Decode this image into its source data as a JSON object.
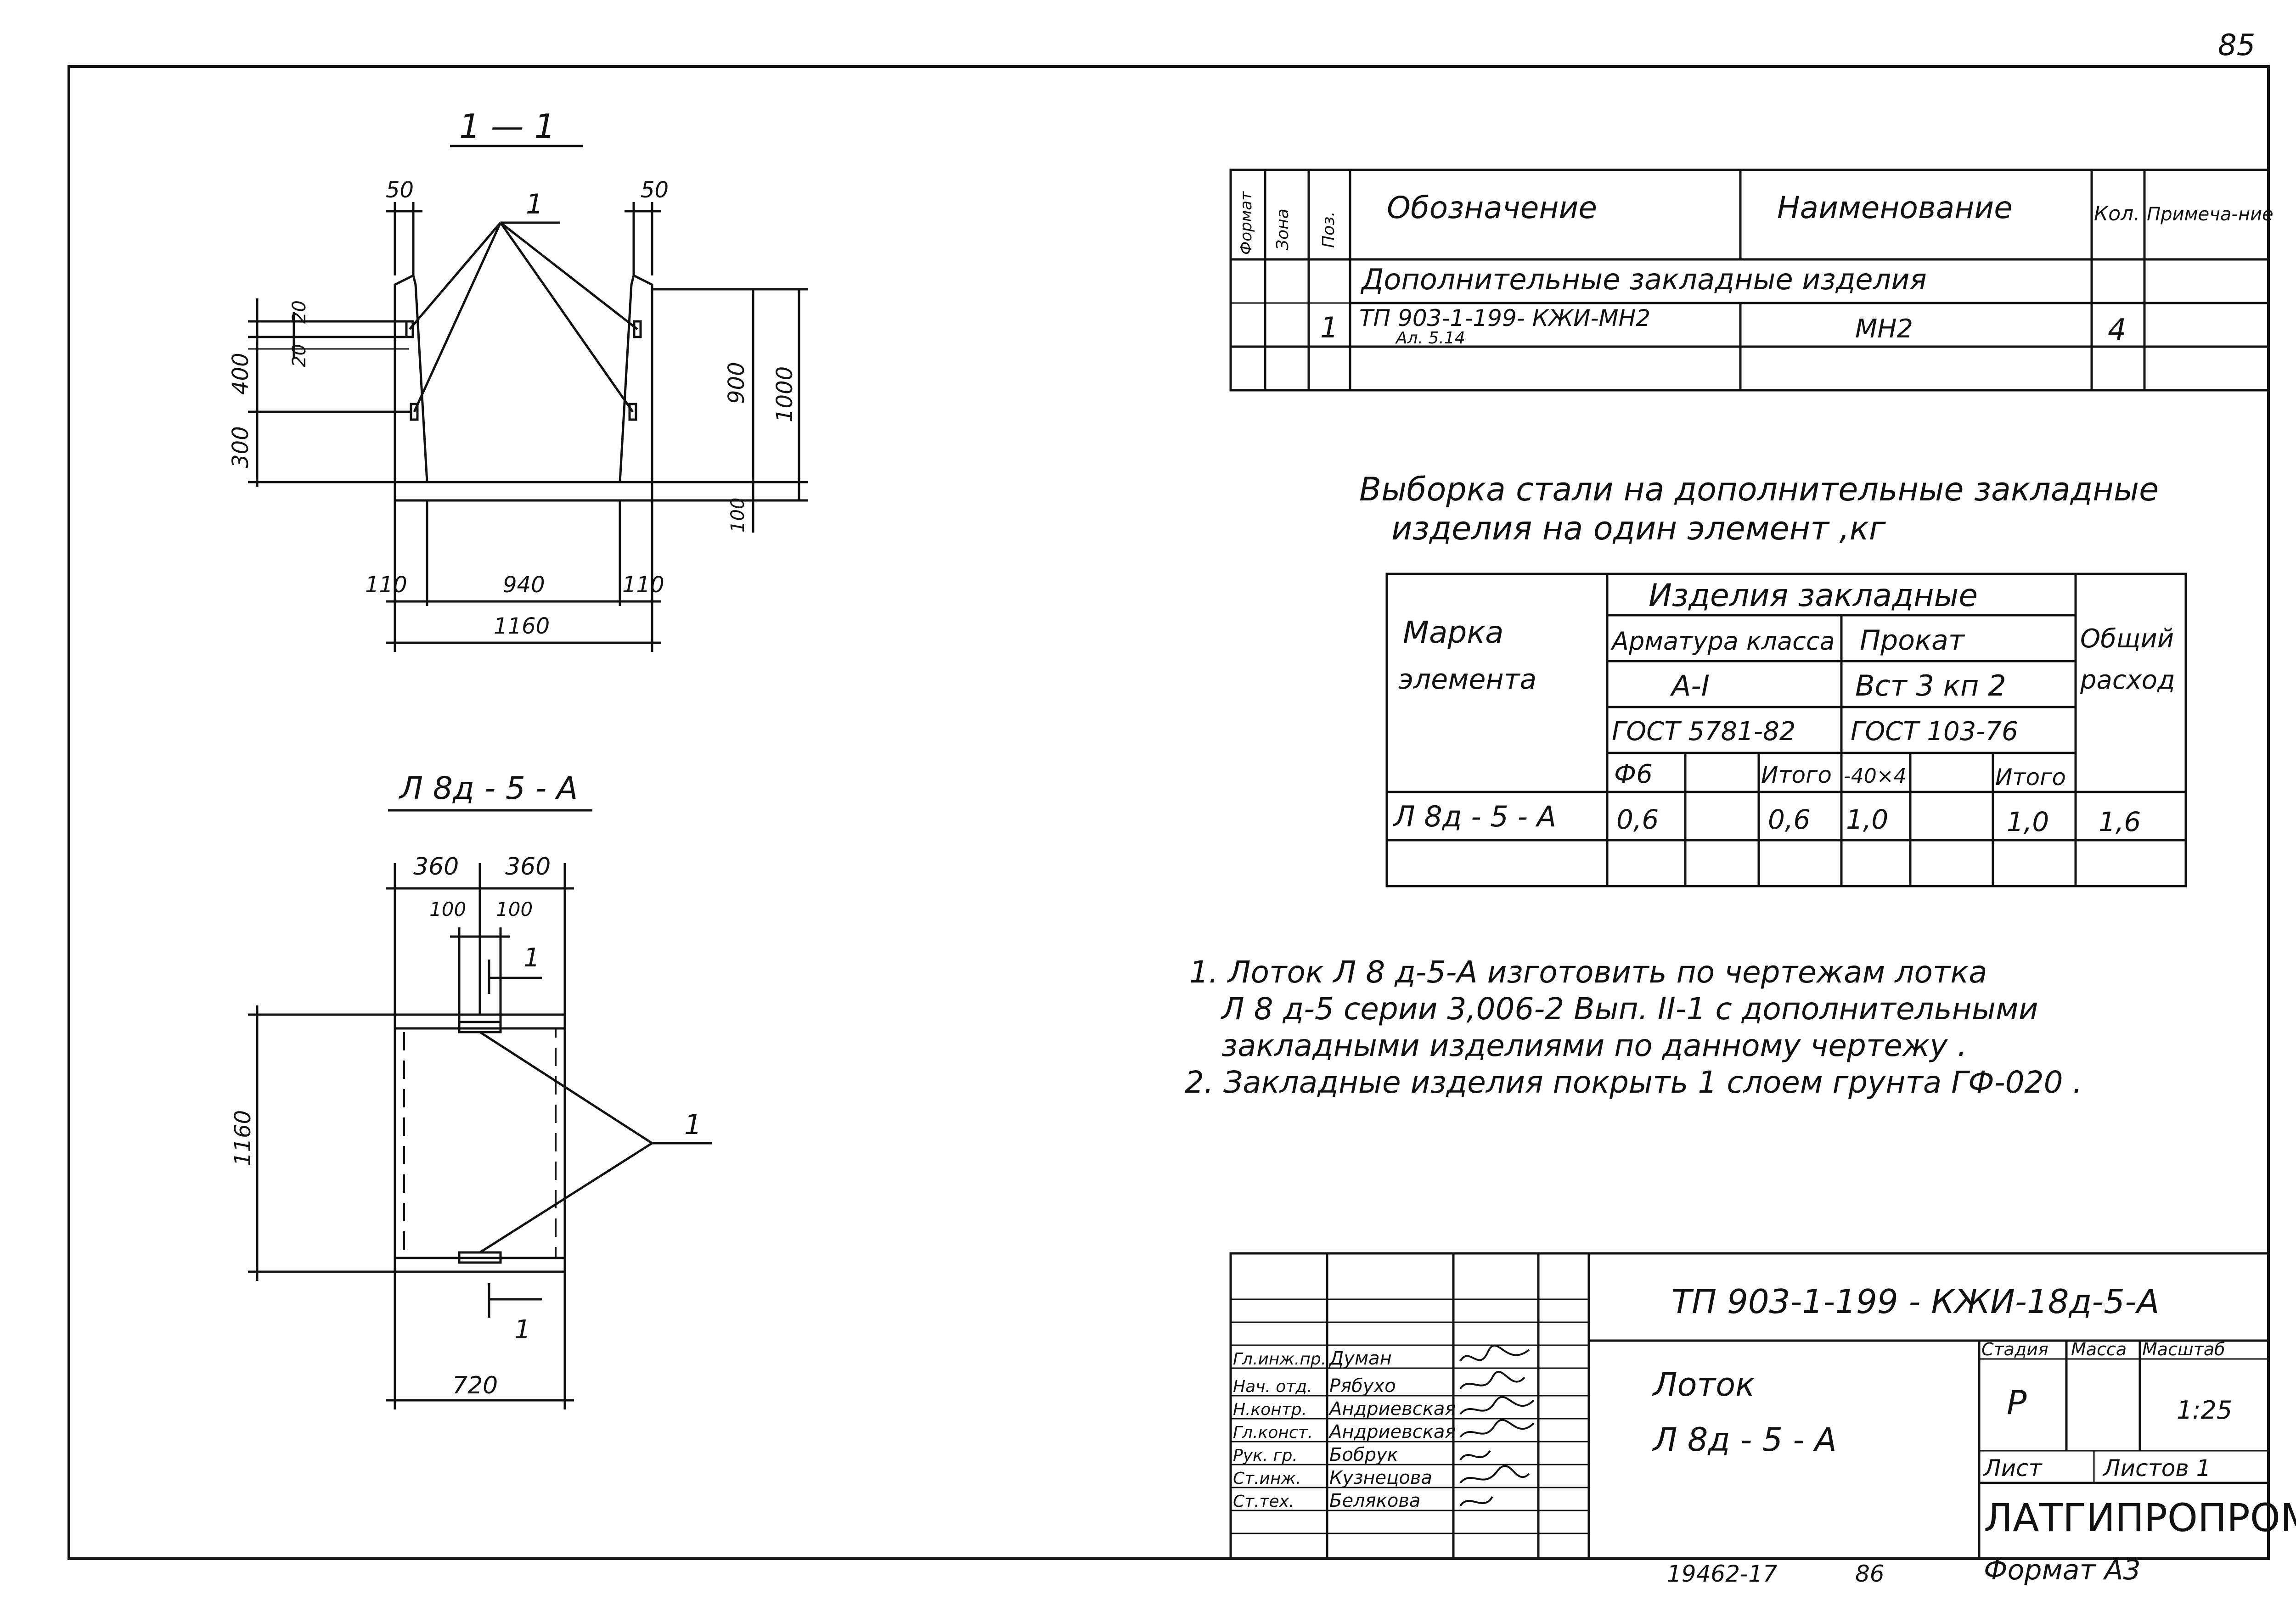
{
  "page_number": "85",
  "section_view": {
    "title": "1 — 1",
    "dims": {
      "top_left": "50",
      "top_right": "50",
      "d20a": "20",
      "d20b": "20",
      "d400": "400",
      "d300": "300",
      "d900": "900",
      "d1000": "1000",
      "d100": "100",
      "d110_left": "110",
      "d940": "940",
      "d110_right": "110",
      "d1160": "1160"
    },
    "callout": "1"
  },
  "plan_view": {
    "title": "Л 8д - 5 - А",
    "dims": {
      "d360_left": "360",
      "d360_right": "360",
      "d100_left": "100",
      "d100_right": "100",
      "d1160": "1160",
      "d720": "720"
    },
    "section_mark_top": "1",
    "section_mark_bottom": "1",
    "callout": "1"
  },
  "spec_table": {
    "headers": {
      "format": "Формат",
      "zone": "Зона",
      "pos": "Поз.",
      "designation": "Обозначение",
      "name": "Наименование",
      "qty": "Кол.",
      "note": "Примеча-ние"
    },
    "section_row": "Дополнительные закладные изделия",
    "rows": [
      {
        "pos": "1",
        "designation": "ТП 903-1-199- КЖИ-МН2",
        "album": "Ал. 5.14",
        "name": "МН2",
        "qty": "4",
        "note": ""
      }
    ]
  },
  "steel_title_line1": "Выборка стали на дополнительные закладные",
  "steel_title_line2": "изделия на один элемент ,кг",
  "steel_table": {
    "mark_header": "Марка элемента",
    "group_header": "Изделия закладные",
    "armature_header": "Арматура класса",
    "armature_class": "А-I",
    "armature_gost": "ГОСТ 5781-82",
    "prokat_header": "Прокат",
    "prokat_grade": "Вст 3 кп 2",
    "prokat_gost": "ГОСТ 103-76",
    "total_header": "Общий расход",
    "sub": {
      "d6": "Ф6",
      "itogo1": "Итого",
      "strip": "-40×4",
      "itogo2": "Итого"
    },
    "row": {
      "mark": "Л 8д - 5 - А",
      "d6": "0,6",
      "itogo1": "0,6",
      "strip": "1,0",
      "itogo2": "1,0",
      "total": "1,6"
    }
  },
  "notes": [
    "1. Лоток Л 8 д-5-А изготовить по чертежам лотка",
    "Л 8 д-5 серии 3,006-2 Вып. II-1 с дополнительными",
    "закладными изделиями по данному чертежу .",
    "2. Закладные изделия покрыть 1 слоем грунта ГФ-020 ."
  ],
  "title_block": {
    "code": "ТП 903-1-199 - КЖИ-18д-5-А",
    "object_line1": "Лоток",
    "object_line2": "Л 8д - 5 - А",
    "stage_header": "Стадия",
    "mass_header": "Масса",
    "scale_header": "Масштаб",
    "stage": "Р",
    "scale": "1:25",
    "sheet": "Лист",
    "sheets": "Листов 1",
    "org": "ЛАТГИПРОПРОМ",
    "staff": [
      {
        "role": "Гл.инж.пр.",
        "name": "Думан"
      },
      {
        "role": "Нач. отд.",
        "name": "Рябухо"
      },
      {
        "role": "Н.контр.",
        "name": "Андриевская"
      },
      {
        "role": "Гл.конст.",
        "name": "Андриевская"
      },
      {
        "role": "Рук. гр.",
        "name": "Бобрук"
      },
      {
        "role": "Ст.инж.",
        "name": "Кузнецова"
      },
      {
        "role": "Ст.тех.",
        "name": "Белякова"
      }
    ]
  },
  "footer": {
    "inventory": "19462-17",
    "page_ref": "86",
    "format": "Формат А3"
  }
}
